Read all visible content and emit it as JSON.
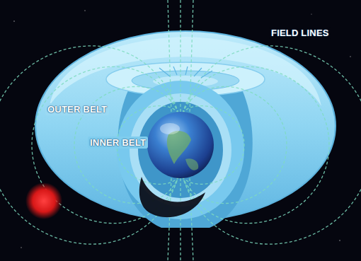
{
  "diagram": {
    "labels": [
      "FIELD LINES",
      "OUTER BELT",
      "INNER BELT"
    ]
  }
}
